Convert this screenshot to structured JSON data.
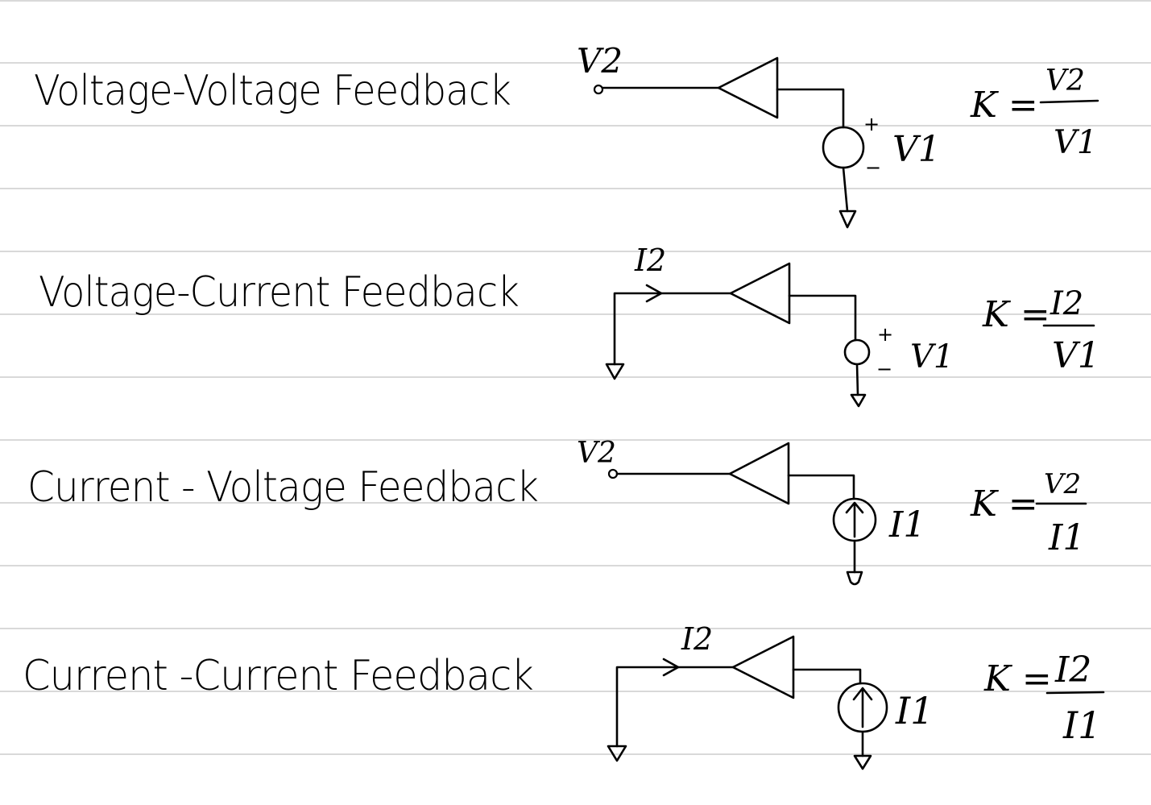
{
  "background": "#ffffff",
  "ruled_line_color": "#d9d9d9",
  "ink_color": "#000000",
  "rows": [
    {
      "title": "Voltage-Voltage Feedback",
      "output_label": "V2",
      "source_label": "V1",
      "source_type": "voltage",
      "plus_sign": "+",
      "minus_sign": "−",
      "formula": {
        "lhs": "K =",
        "numerator": "V2",
        "denominator": "V1"
      }
    },
    {
      "title": "Voltage-Current Feedback",
      "output_label": "I2",
      "source_label": "V1",
      "source_type": "voltage",
      "plus_sign": "+",
      "minus_sign": "−",
      "formula": {
        "lhs": "K =",
        "numerator": "I2",
        "denominator": "V1"
      }
    },
    {
      "title": "Current - Voltage Feedback",
      "output_label": "V2",
      "source_label": "I1",
      "source_type": "current",
      "formula": {
        "lhs": "K =",
        "numerator": "V2",
        "denominator": "I1"
      }
    },
    {
      "title": "Current -Current Feedback",
      "output_label": "I2",
      "source_label": "I1",
      "source_type": "current",
      "formula": {
        "lhs": "K =",
        "numerator": "I2",
        "denominator": "I1"
      }
    }
  ]
}
